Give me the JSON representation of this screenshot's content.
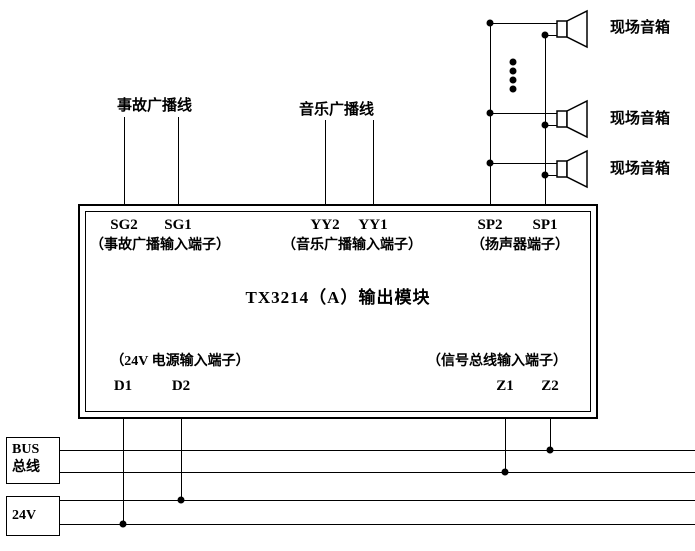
{
  "diagram": {
    "background": "#ffffff",
    "line_color": "#000000",
    "top_labels": {
      "accident": "事故广播线",
      "music": "音乐广播线"
    },
    "speakers": {
      "label": "现场音箱"
    },
    "module": {
      "title": "TX3214（A）输出模块",
      "sg2": "SG2",
      "sg1": "SG1",
      "sg_caption": "（事故广播输入端子）",
      "yy2": "YY2",
      "yy1": "YY1",
      "yy_caption": "（音乐广播输入端子）",
      "sp2": "SP2",
      "sp1": "SP1",
      "sp_caption": "（扬声器端子）",
      "power_caption": "（24V 电源输入端子）",
      "d1": "D1",
      "d2": "D2",
      "signal_caption": "（信号总线输入端子）",
      "z1": "Z1",
      "z2": "Z2"
    },
    "bus_box": {
      "line1": "BUS",
      "line2": "总线"
    },
    "power_box": {
      "label": "24V"
    }
  }
}
